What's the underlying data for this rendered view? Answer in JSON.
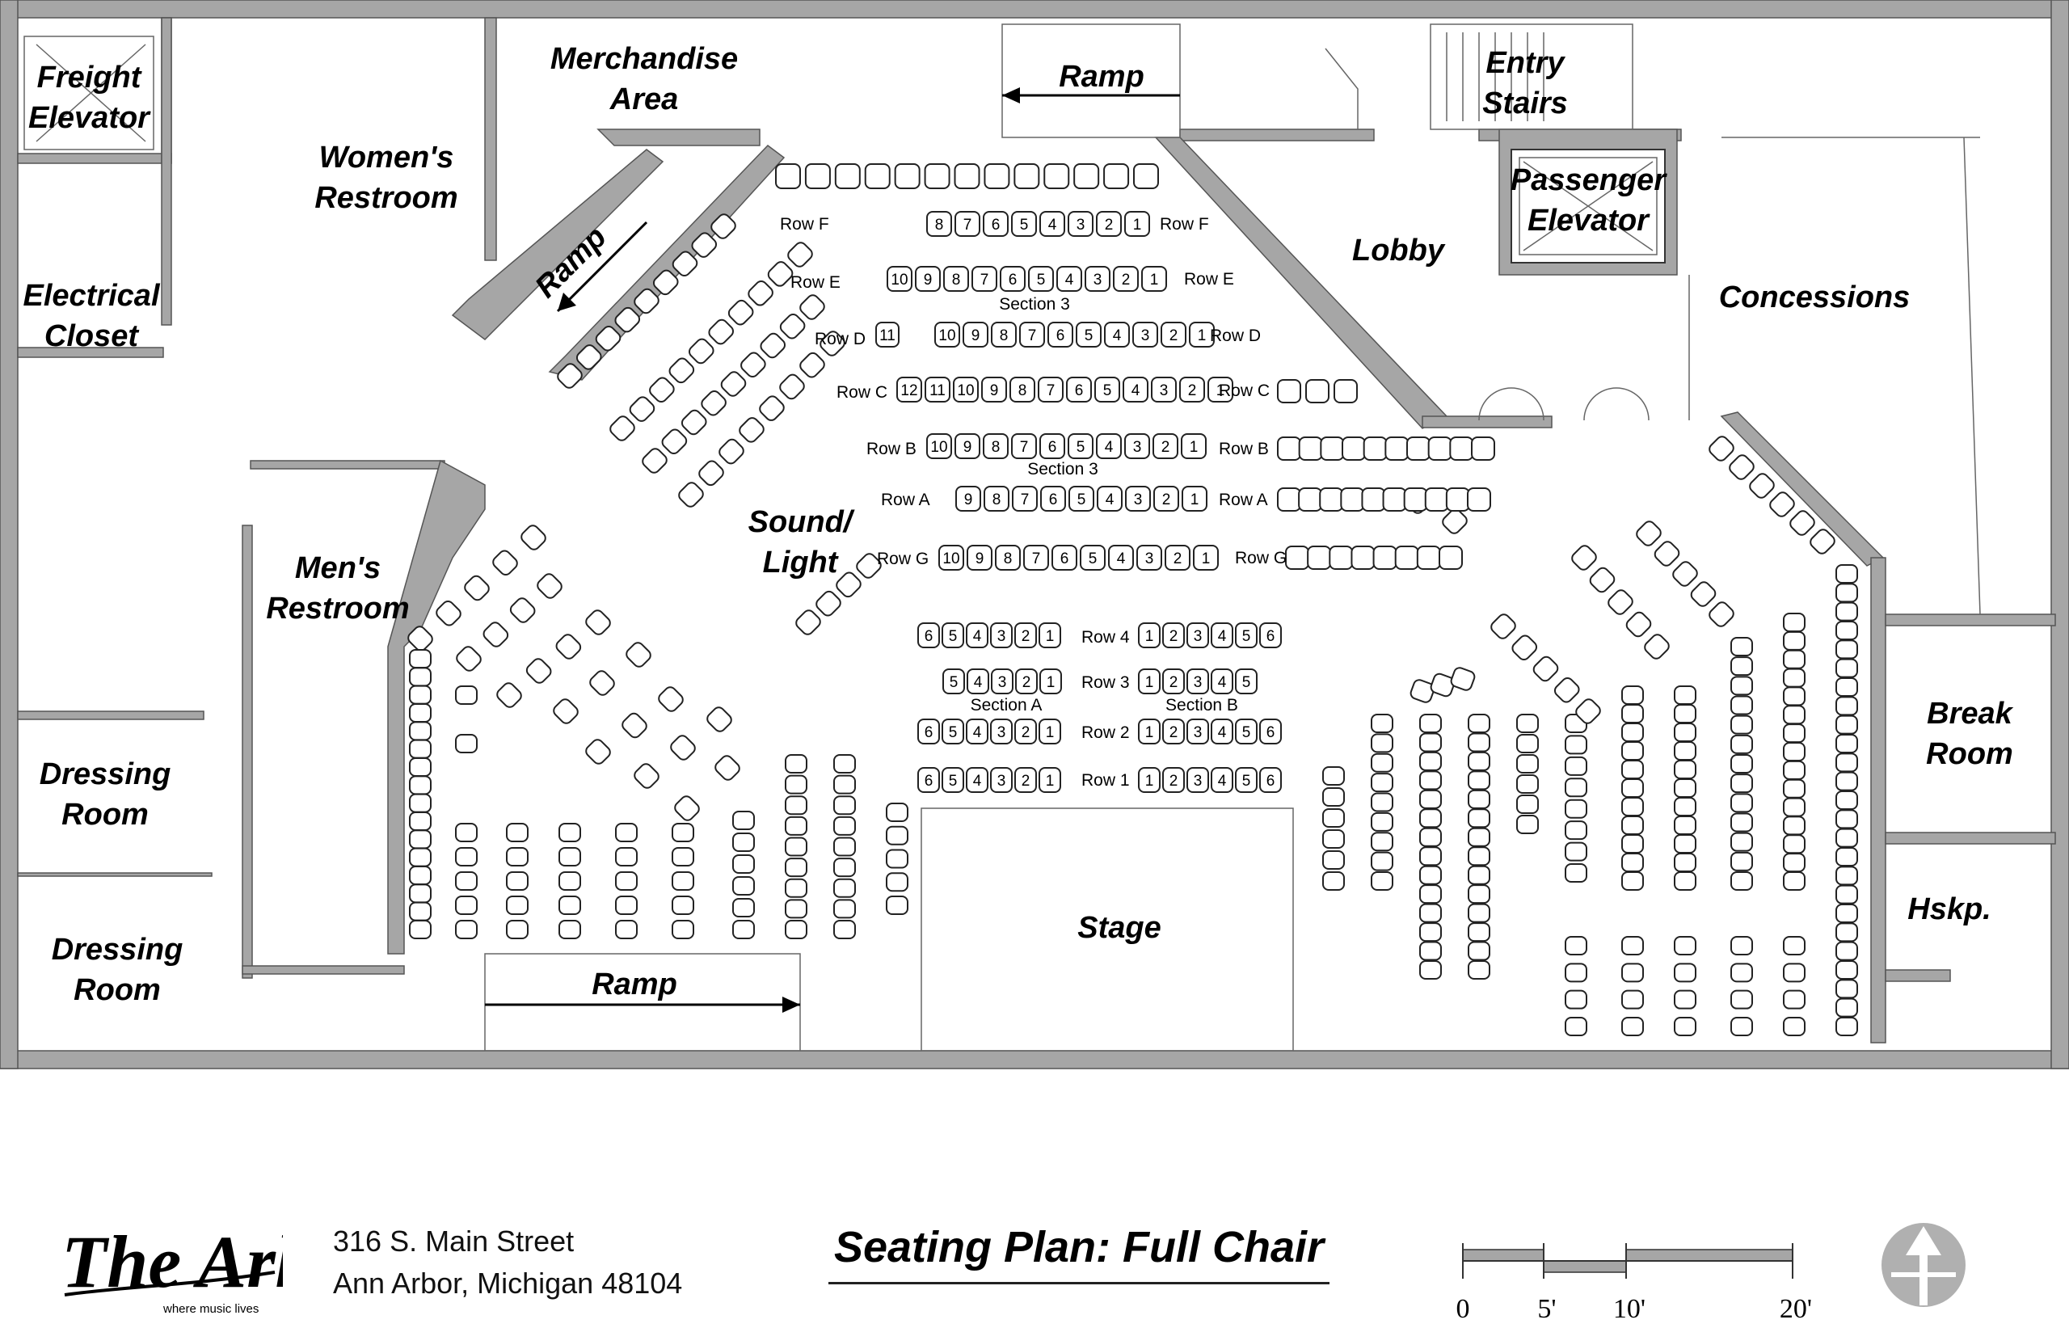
{
  "rooms": {
    "freight_elevator": [
      "Freight",
      "Elevator"
    ],
    "womens_restroom": [
      "Women's",
      "Restroom"
    ],
    "merchandise_area": [
      "Merchandise",
      "Area"
    ],
    "entry_stairs": [
      "Entry",
      "Stairs"
    ],
    "passenger_elevator": [
      "Passenger",
      "Elevator"
    ],
    "lobby": "Lobby",
    "concessions": "Concessions",
    "electrical_closet": [
      "Electrical",
      "Closet"
    ],
    "mens_restroom": [
      "Men's",
      "Restroom"
    ],
    "sound_light": [
      "Sound/",
      "Light"
    ],
    "dressing_room_1": [
      "Dressing",
      "Room"
    ],
    "dressing_room_2": [
      "Dressing",
      "Room"
    ],
    "break_room": [
      "Break",
      "Room"
    ],
    "hskp": "Hskp.",
    "stage": "Stage"
  },
  "ramps": {
    "top": "Ramp",
    "left": "Ramp",
    "bottom": "Ramp"
  },
  "sections": {
    "section3_upper": "Section 3",
    "section3_lower": "Section 3",
    "section_a": "Section A",
    "section_b": "Section B"
  },
  "rows": {
    "row_f_left": "Row F",
    "row_f_right": "Row F",
    "row_e_left": "Row E",
    "row_e_right": "Row E",
    "row_d_left": "Row D",
    "row_d_right": "Row D",
    "row_c_left": "Row C",
    "row_c_right": "Row C",
    "row_b_left": "Row B",
    "row_b_right": "Row B",
    "row_a_left": "Row A",
    "row_a_right": "Row A",
    "row_g_left": "Row G",
    "row_g_right": "Row G",
    "row_4": "Row 4",
    "row_3": "Row 3",
    "row_2": "Row 2",
    "row_1": "Row 1"
  },
  "seat_numbers": {
    "row_f": [
      "8",
      "7",
      "6",
      "5",
      "4",
      "3",
      "2",
      "1"
    ],
    "row_e": [
      "10",
      "9",
      "8",
      "7",
      "6",
      "5",
      "4",
      "3",
      "2",
      "1"
    ],
    "row_d_extra": [
      "11"
    ],
    "row_d": [
      "10",
      "9",
      "8",
      "7",
      "6",
      "5",
      "4",
      "3",
      "2",
      "1"
    ],
    "row_c": [
      "12",
      "11",
      "10",
      "9",
      "8",
      "7",
      "6",
      "5",
      "4",
      "3",
      "2",
      "1"
    ],
    "row_b": [
      "10",
      "9",
      "8",
      "7",
      "6",
      "5",
      "4",
      "3",
      "2",
      "1"
    ],
    "row_a": [
      "9",
      "8",
      "7",
      "6",
      "5",
      "4",
      "3",
      "2",
      "1"
    ],
    "row_g": [
      "10",
      "9",
      "8",
      "7",
      "6",
      "5",
      "4",
      "3",
      "2",
      "1"
    ],
    "row_4_a": [
      "6",
      "5",
      "4",
      "3",
      "2",
      "1"
    ],
    "row_4_b": [
      "1",
      "2",
      "3",
      "4",
      "5",
      "6"
    ],
    "row_3_a": [
      "5",
      "4",
      "3",
      "2",
      "1"
    ],
    "row_3_b": [
      "1",
      "2",
      "3",
      "4",
      "5"
    ],
    "row_2_a": [
      "6",
      "5",
      "4",
      "3",
      "2",
      "1"
    ],
    "row_2_b": [
      "1",
      "2",
      "3",
      "4",
      "5",
      "6"
    ],
    "row_1_a": [
      "6",
      "5",
      "4",
      "3",
      "2",
      "1"
    ],
    "row_1_b": [
      "1",
      "2",
      "3",
      "4",
      "5",
      "6"
    ]
  },
  "footer": {
    "logo": "The Ark",
    "tagline": "where music lives",
    "address_line1": "316 S. Main Street",
    "address_line2": "Ann Arbor, Michigan  48104",
    "title": "Seating Plan: Full Chair",
    "scale_labels": [
      "0",
      "5'",
      "10'",
      "20'"
    ]
  },
  "colors": {
    "wall": "#a6a6a6",
    "line": "#666666",
    "ink": "#000000"
  }
}
